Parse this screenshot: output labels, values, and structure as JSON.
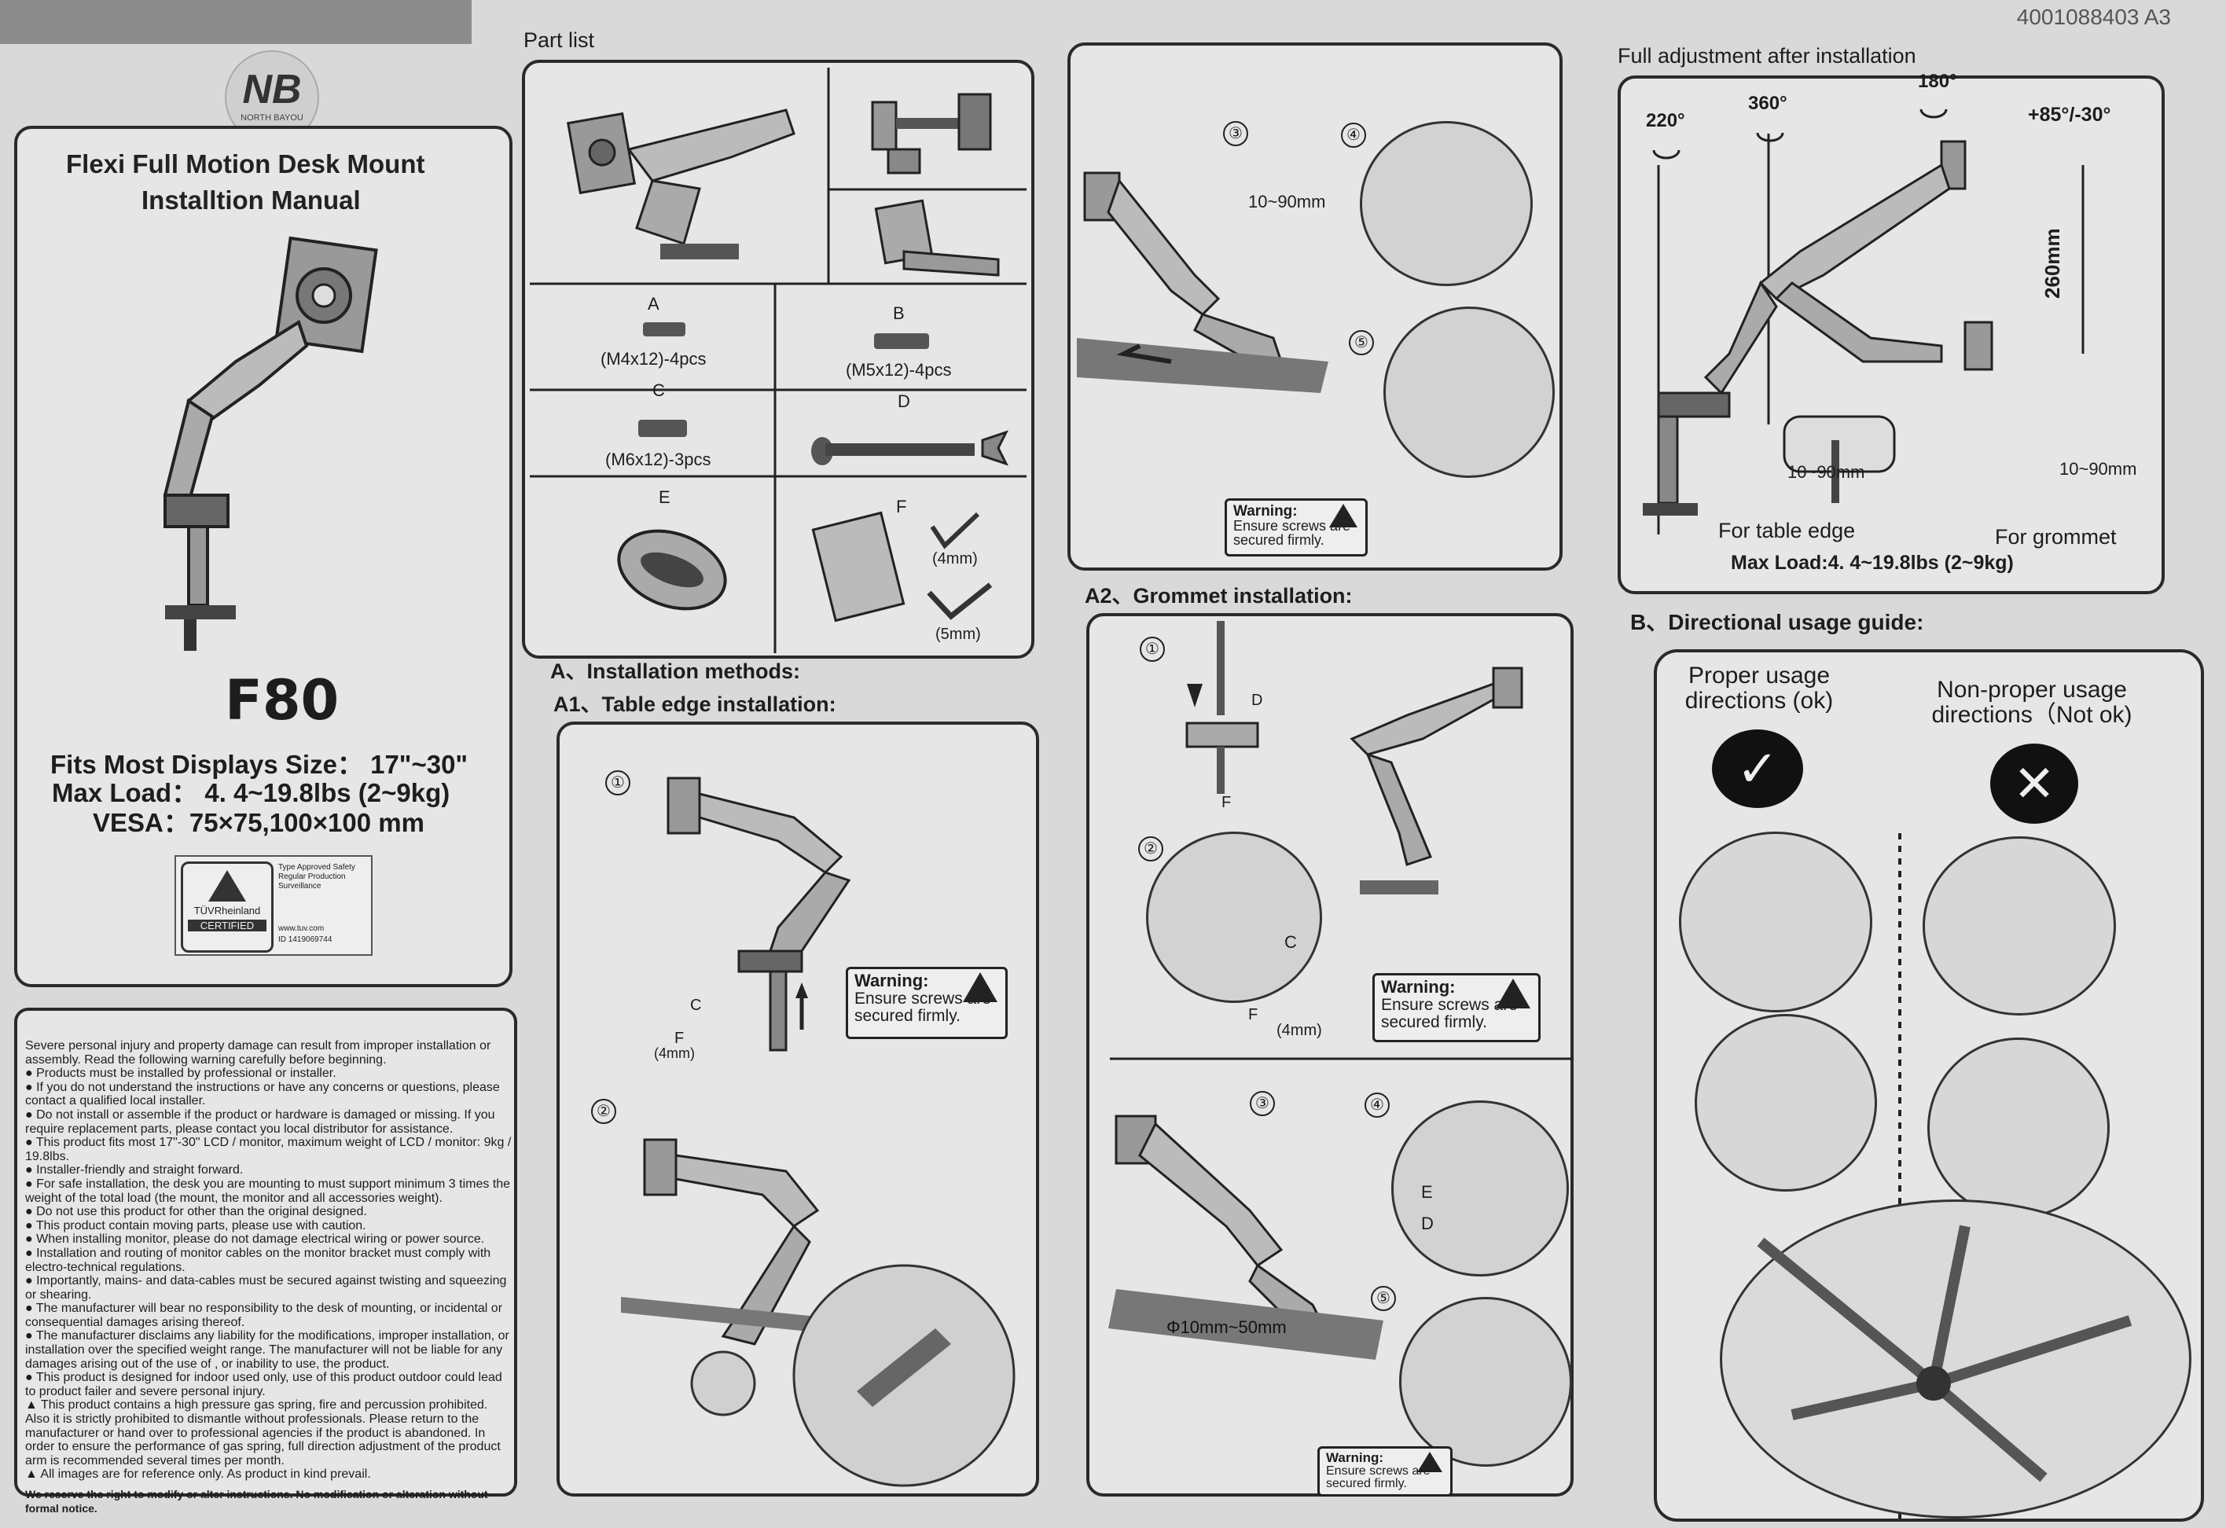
{
  "doc_number": "4001088403 A3",
  "brand": {
    "logo_text": "NB",
    "logo_sub": "NORTH BAYOU"
  },
  "cover": {
    "title_line1": "Flexi Full Motion Desk Mount",
    "title_line2": "Installtion Manual",
    "model": "F80",
    "fits": "Fits Most Displays Size： 17\"~30\"",
    "max_load": "Max Load： 4. 4~19.8lbs (2~9kg)",
    "vesa": "VESA：75×75,100×100 mm",
    "cert": {
      "tuv": "TÜVRheinland",
      "certified": "CERTIFIED",
      "type_approved": "Type Approved Safety Regular Production Surveillance",
      "url": "www.tuv.com",
      "id": "ID 1419069744"
    }
  },
  "safety": {
    "intro": "Severe personal injury and property damage can result from improper installation or assembly. Read the following warning carefully before beginning.",
    "items": [
      "Products must be installed by professional or installer.",
      "If you do not understand the instructions or have any concerns or questions, please contact a qualified local installer.",
      "Do not install or assemble if the product or hardware is damaged or missing. If you require replacement parts, please contact you local distributor for assistance.",
      "This product fits most 17\"-30\" LCD / monitor, maximum weight of LCD / monitor: 9kg / 19.8lbs.",
      "Installer-friendly and straight forward.",
      "For safe installation, the desk you are mounting to must support minimum 3 times the weight of the total load (the mount, the monitor and all accessories weight).",
      "Do not use this product for other than the original designed.",
      "This product contain moving parts, please use with caution.",
      "When installing monitor, please do not damage electrical wiring or power source.",
      "Installation and routing of monitor cables on the monitor bracket must comply with electro-technical regulations.",
      "Importantly, mains- and data-cables must be secured against twisting and squeezing or shearing.",
      "The manufacturer will bear no responsibility to the desk of mounting, or incidental or consequential damages arising thereof.",
      "The manufacturer disclaims any liability for the modifications, improper installation, or installation over the specified weight range. The manufacturer will not be liable for any damages arising out of the use of , or inability to use, the product.",
      "This product is designed for indoor used only, use of this product outdoor could lead to product failer and severe personal injury."
    ],
    "warning_items": [
      "This product contains a high pressure gas spring, fire and percussion prohibited. Also it is strictly prohibited to dismantle without professionals. Please return to the manufacturer or hand over to professional agencies if the product is abandoned. In order to ensure the performance of gas spring, full direction adjustment of the product arm is recommended several times per month.",
      "All images are for reference only. As product in kind prevail."
    ],
    "footer": "We reserve the right to modify or alter instructions. No modification or alteration without formal notice."
  },
  "part_list": {
    "title": "Part list",
    "parts": [
      {
        "letter": "A",
        "spec": "(M4x12)-4pcs"
      },
      {
        "letter": "B",
        "spec": "(M5x12)-4pcs"
      },
      {
        "letter": "C",
        "spec": "(M6x12)-3pcs"
      },
      {
        "letter": "D",
        "spec": ""
      },
      {
        "letter": "E",
        "spec": ""
      },
      {
        "letter": "F",
        "spec": ""
      }
    ],
    "allen_keys": [
      "(4mm)",
      "(5mm)"
    ]
  },
  "methods": {
    "title": "A、Installation methods:",
    "a1": "A1、Table edge installation:",
    "a2": "A2、Grommet installation:"
  },
  "warning": {
    "title": "Warning:",
    "text": "Ensure screws are secured firmly."
  },
  "labels": {
    "range_10_90": "10~90mm",
    "c": "C",
    "d": "D",
    "e": "E",
    "f": "F",
    "f_4mm": "(4mm)",
    "hole": "Φ10mm~50mm",
    "steps": [
      "①",
      "②",
      "③",
      "④",
      "⑤"
    ]
  },
  "full_adjustment": {
    "title": "Full adjustment after installation",
    "a220": "220°",
    "a360": "360°",
    "a180": "180°",
    "tilt": "+85°/-30°",
    "height": "260mm",
    "table_edge": "For table edge",
    "grommet": "For grommet",
    "max_load": "Max Load:4. 4~19.8lbs (2~9kg)"
  },
  "directional": {
    "title": "B、Directional usage guide:",
    "ok": "Proper usage directions (ok)",
    "not_ok": "Non-proper usage directions（Not ok)"
  }
}
